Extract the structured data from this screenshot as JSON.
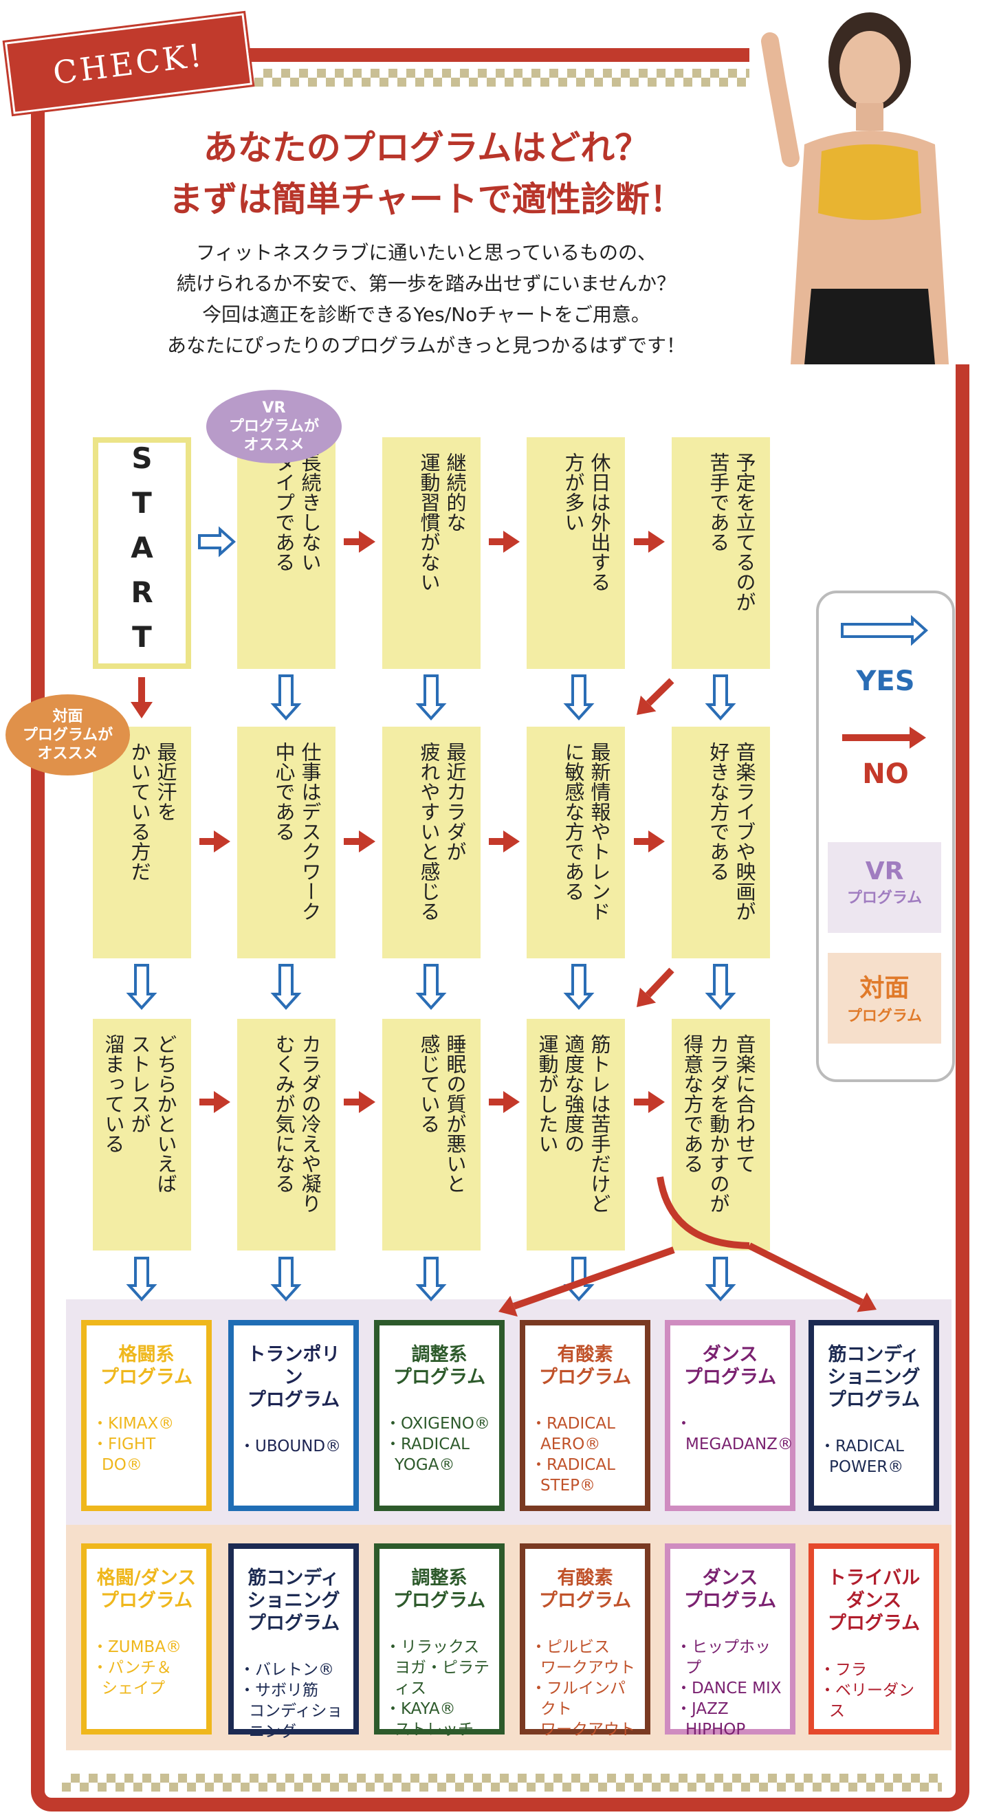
{
  "banner": "CHECK!",
  "title": [
    "あなたのプログラムはどれ？",
    "まずは簡単チャートで適性診断！"
  ],
  "intro": [
    "フィットネスクラブに通いたいと思っているものの、",
    "続けられるか不安で、第一歩を踏み出せずにいませんか？",
    "今回は適正を診断できるYes/Noチャートをご用意。",
    "あなたにぴったりのプログラムがきっと見つかるはずです！"
  ],
  "start": "START",
  "bubbles": {
    "vr": "VR\nプログラムが\nオススメ",
    "face": "対面\nプログラムが\nオススメ"
  },
  "questions": {
    "r1": [
      "長続きしない\nタイプである",
      "継続的な\n運動習慣がない",
      "休日は外出する\n方が多い",
      "予定を立てるのが\n苦手である"
    ],
    "r2": [
      "最近汗を\nかいている方だ",
      "仕事はデスクワーク\n中心である",
      "最近カラダが\n疲れやすいと感じる",
      "最新情報やトレンド\nに敏感な方である",
      "音楽ライブや映画が\n好きな方である"
    ],
    "r3": [
      "どちらかといえば\nストレスが\n溜まっている",
      "カラダの冷えや凝り\nむくみが気になる",
      "睡眠の質が悪いと\n感じている",
      "筋トレは苦手だけど\n適度な強度の\n運動がしたい",
      "音楽に合わせて\nカラダを動かすのが\n得意な方である"
    ]
  },
  "legend": {
    "yes": "YES",
    "no": "NO",
    "vr_title": "VR",
    "vr_sub": "プログラム",
    "face_title": "対面",
    "face_sub": "プログラム"
  },
  "colors": {
    "frame": "#c13a2c",
    "yes": "#2a6db5",
    "no": "#c4392a",
    "vr_band": "#ede6f0",
    "face_band": "#f6dfcb",
    "question": "#f3eda4"
  },
  "vr_programs": [
    {
      "title": "格闘系\nプログラム",
      "color": "#efb71c",
      "items": [
        "KIMAX®",
        "FIGHT DO®"
      ]
    },
    {
      "title": "トランポリン\nプログラム",
      "color": "#1f6db5",
      "text": "#1c2452",
      "items": [
        "UBOUND®"
      ]
    },
    {
      "title": "調整系\nプログラム",
      "color": "#2d5a2b",
      "items": [
        "OXIGENO®",
        "RADICAL\nYOGA®"
      ]
    },
    {
      "title": "有酸素\nプログラム",
      "color": "#7a3a22",
      "text": "#c0522a",
      "items": [
        "RADICAL\nAERO®",
        "RADICAL\nSTEP®"
      ]
    },
    {
      "title": "ダンス\nプログラム",
      "color": "#cf8cc0",
      "text": "#7a2170",
      "items": [
        "MEGADANZ®"
      ]
    },
    {
      "title": "筋コンディ\nショニング\nプログラム",
      "color": "#1c2a52",
      "items": [
        "RADICAL\nPOWER®"
      ]
    }
  ],
  "face_programs": [
    {
      "title": "格闘/ダンス\nプログラム",
      "color": "#efb71c",
      "items": [
        "ZUMBA®",
        "パンチ＆\nシェイプ"
      ]
    },
    {
      "title": "筋コンディ\nショニング\nプログラム",
      "color": "#1c2a52",
      "items": [
        "バレトン®",
        "サボリ筋\nコンディショ\nニング"
      ]
    },
    {
      "title": "調整系\nプログラム",
      "color": "#2d5a2b",
      "items": [
        "リラックス\nヨガ・ピラティス",
        "KAYA®\nストレッチ"
      ]
    },
    {
      "title": "有酸素\nプログラム",
      "color": "#7a3a22",
      "text": "#c0522a",
      "items": [
        "ピルビス\nワークアウト",
        "フルインパクト\nワークアウト"
      ]
    },
    {
      "title": "ダンス\nプログラム",
      "color": "#cf8cc0",
      "text": "#7a2170",
      "items": [
        "ヒップホップ",
        "DANCE MIX",
        "JAZZ\nHIPHOP"
      ]
    },
    {
      "title": "トライバル\nダンス\nプログラム",
      "color": "#e5492c",
      "text": "#b01d2c",
      "items": [
        "フラ",
        "ベリーダンス"
      ]
    }
  ]
}
